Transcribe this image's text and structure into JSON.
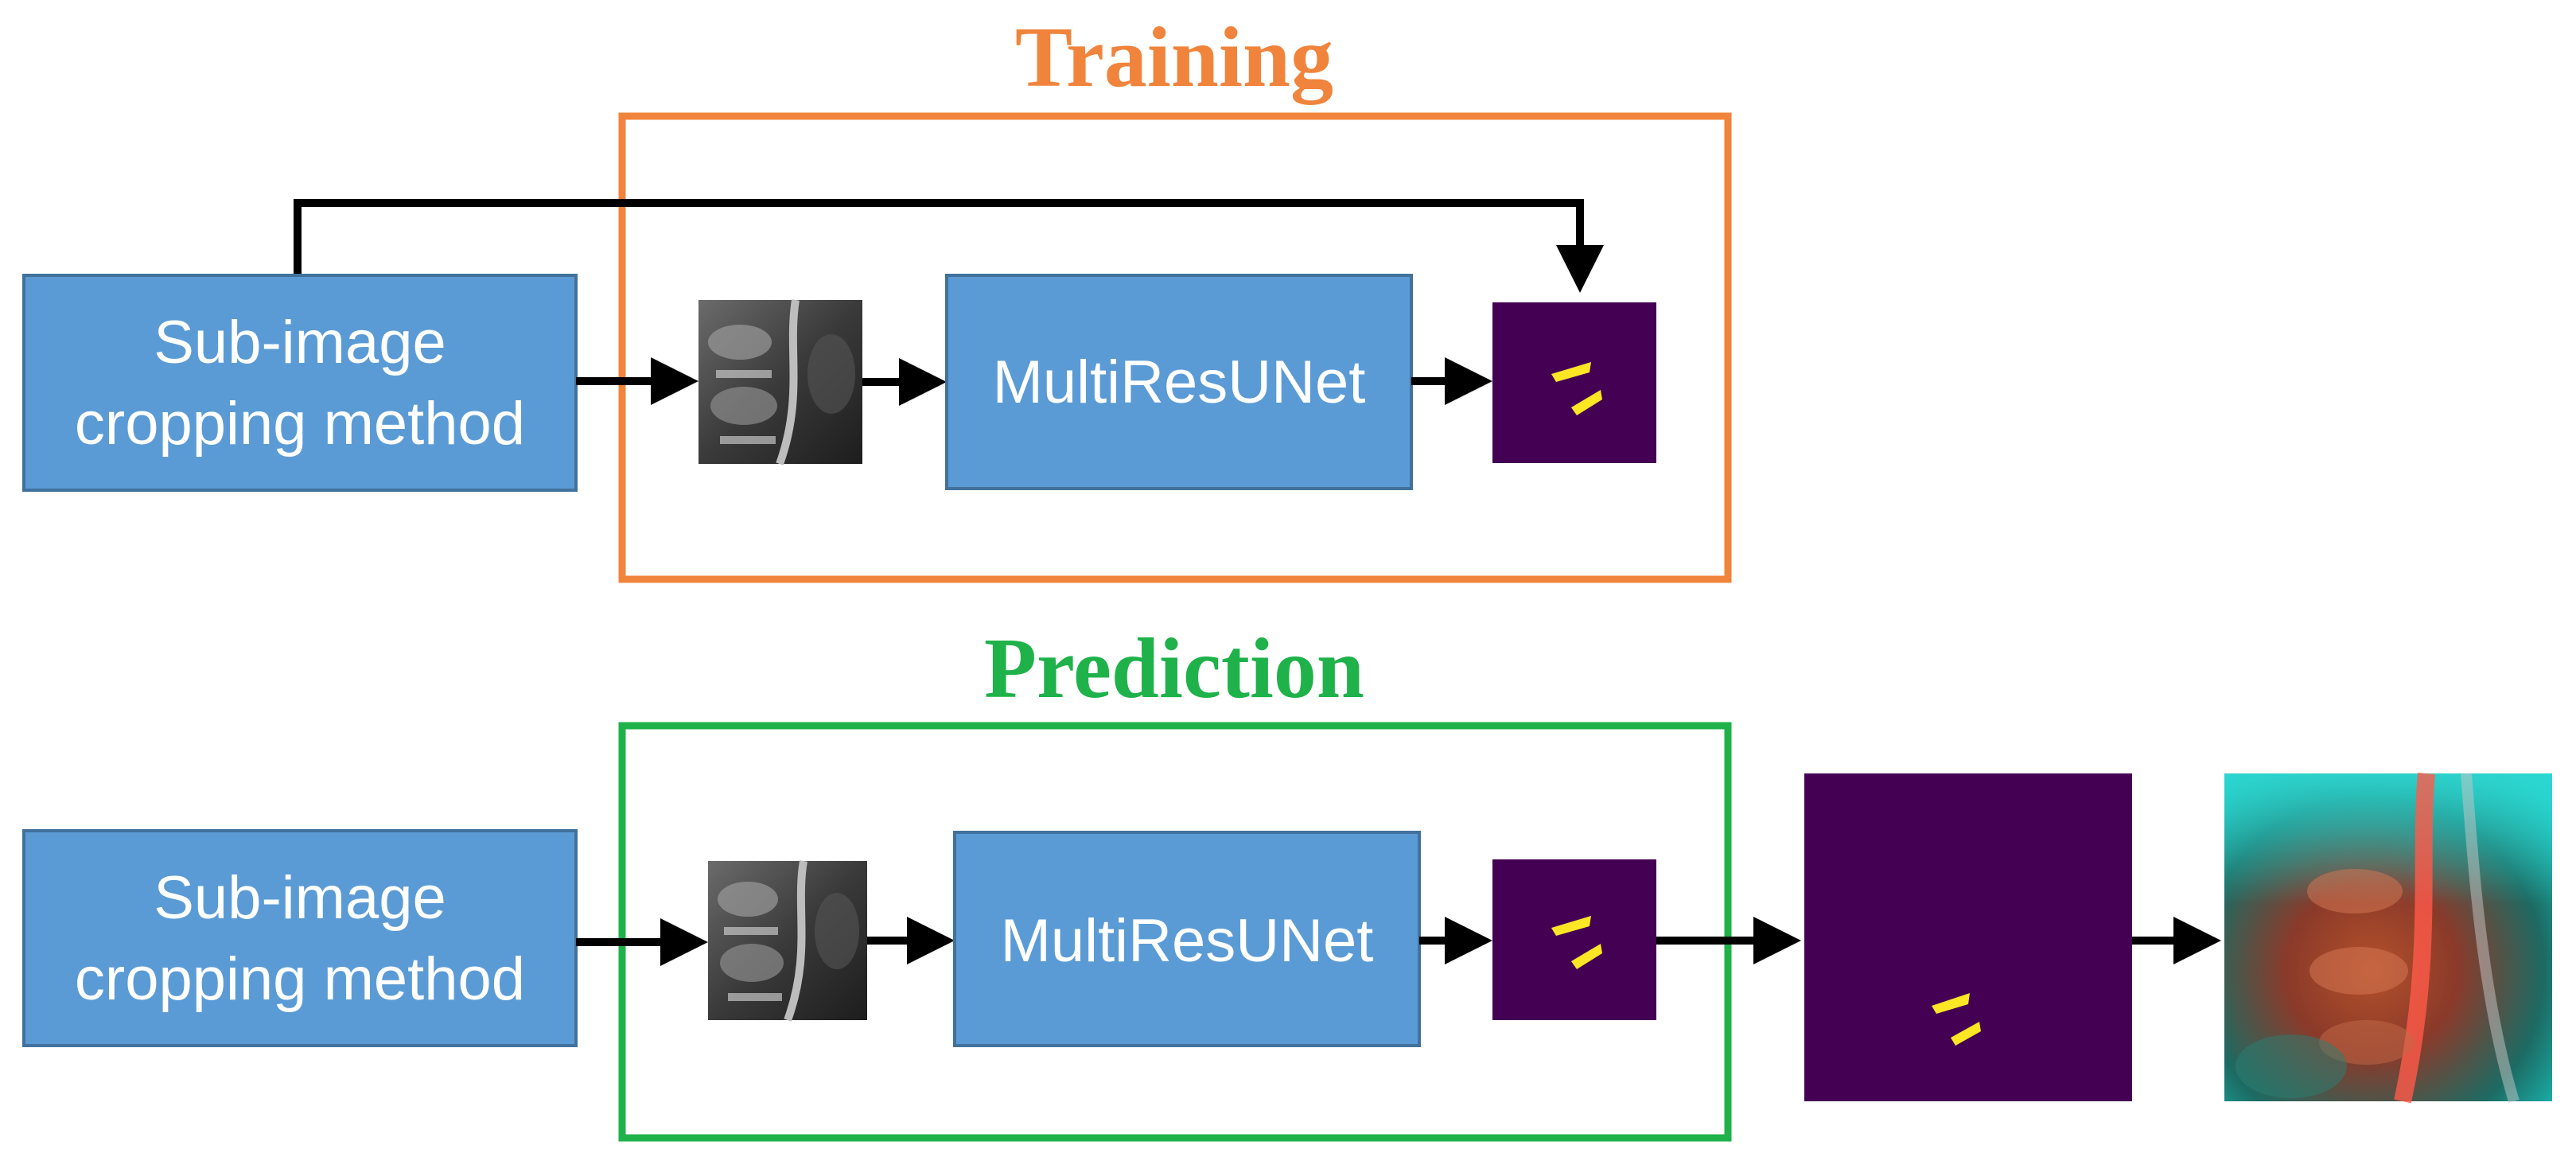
{
  "training": {
    "title": "Training",
    "crop_label_line1": "Sub-image",
    "crop_label_line2": "cropping method",
    "model_label": "MultiResUNet"
  },
  "prediction": {
    "title": "Prediction",
    "crop_label_line1": "Sub-image",
    "crop_label_line2": "cropping method",
    "model_label": "MultiResUNet"
  },
  "colors": {
    "training_frame": "#F0843C",
    "prediction_frame": "#1FB24A",
    "box_fill": "#5B9BD5",
    "box_border": "#41719C",
    "mask_background": "#440154",
    "mask_foreground": "#FDE725",
    "arrow": "#000000"
  }
}
